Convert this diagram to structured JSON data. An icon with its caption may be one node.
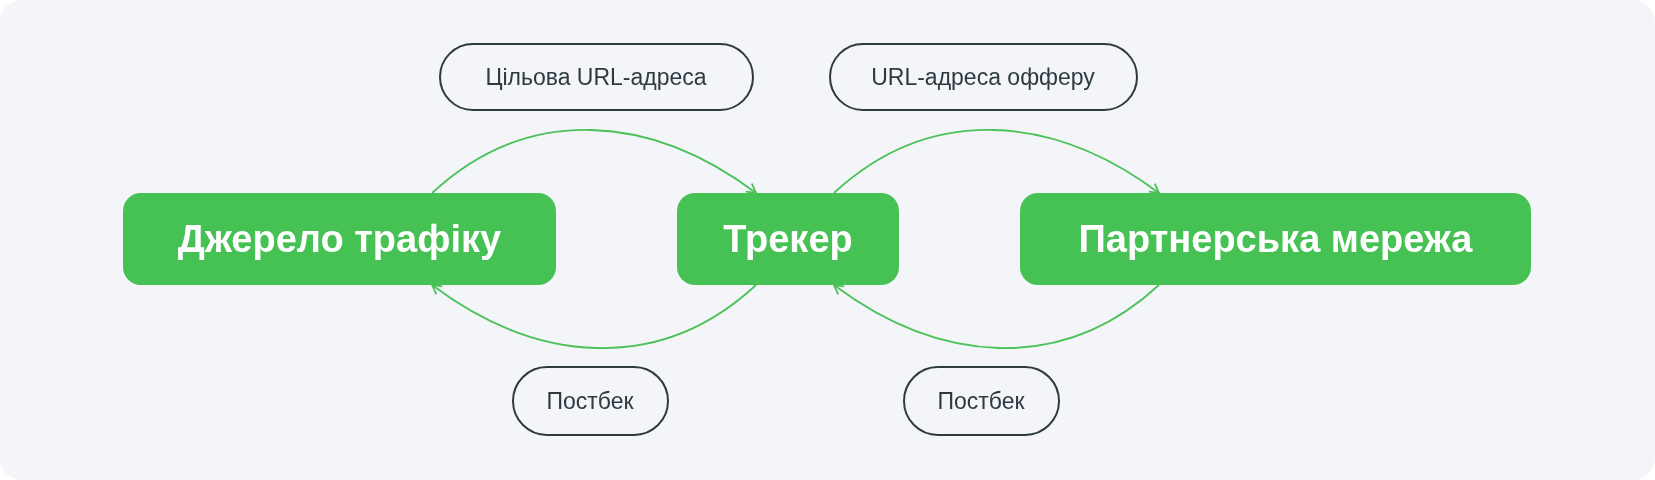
{
  "diagram": {
    "nodes": [
      {
        "text": [
          "Джерело трафіку"
        ]
      },
      {
        "text": [
          "Трекер"
        ]
      },
      {
        "text": [
          "Партнерська мережа"
        ]
      }
    ],
    "edges": [
      {
        "from": 0,
        "to": 1,
        "arrow": "to",
        "label": "Цільова URL-адреса"
      },
      {
        "from": 1,
        "to": 2,
        "arrow": "to",
        "label": "URL-адреса офферу"
      },
      {
        "from": 1,
        "to": 0,
        "arrow": "to",
        "label": "Постбек"
      },
      {
        "from": 2,
        "to": 1,
        "arrow": "to",
        "label": "Постбек"
      }
    ]
  }
}
